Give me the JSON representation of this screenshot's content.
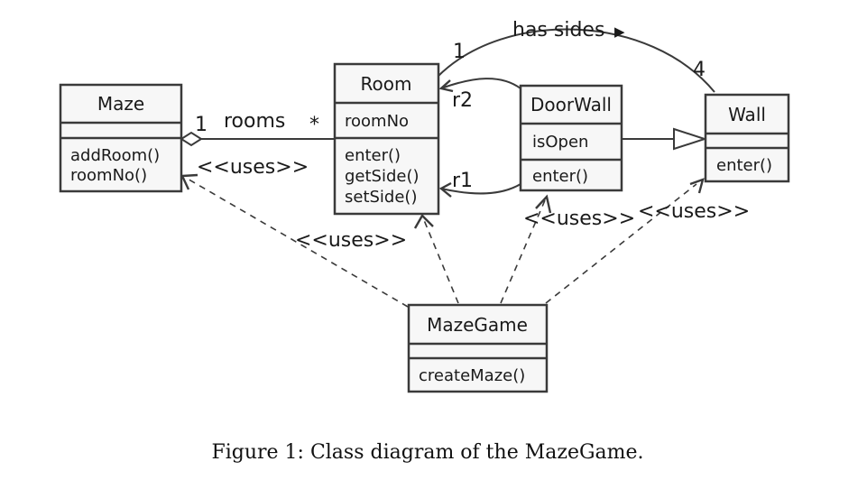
{
  "classes": {
    "maze": {
      "name": "Maze",
      "attributes": [],
      "operations": [
        "addRoom()",
        "roomNo()"
      ]
    },
    "room": {
      "name": "Room",
      "attributes": [
        "roomNo"
      ],
      "operations": [
        "enter()",
        "getSide()",
        "setSide()"
      ]
    },
    "doorwall": {
      "name": "DoorWall",
      "attributes": [
        "isOpen"
      ],
      "operations": [
        "enter()"
      ]
    },
    "wall": {
      "name": "Wall",
      "attributes": [],
      "operations": [
        "enter()"
      ]
    },
    "mazegame": {
      "name": "MazeGame",
      "attributes": [],
      "operations": [
        "createMaze()"
      ]
    }
  },
  "associations": {
    "rooms": {
      "label": "rooms",
      "maze_end": "1",
      "room_end": "*"
    },
    "has_sides": {
      "label": "has sides",
      "room_end": "1",
      "wall_end": "4",
      "direction_glyph": "▶"
    },
    "r1": {
      "label": "r1"
    },
    "r2": {
      "label": "r2"
    }
  },
  "dependencies": {
    "maze": "<<uses>>",
    "room": "<<uses>>",
    "doorwall": "<<uses>>",
    "wall": "<<uses>>"
  },
  "caption": "Figure 1: Class diagram of the MazeGame."
}
